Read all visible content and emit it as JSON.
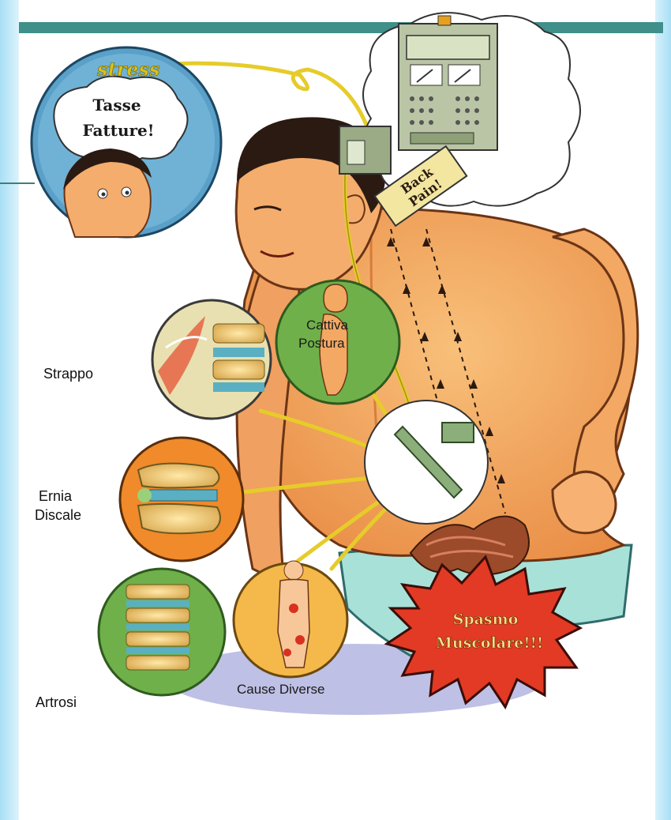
{
  "thought": {
    "word": "stress",
    "line1": "Tasse",
    "line2": "Fatture!"
  },
  "brain_card": {
    "line1": "Back",
    "line2": "Pain!"
  },
  "causes": {
    "posture": {
      "line1": "Cattiva",
      "line2": "Postura"
    },
    "strain": "Strappo",
    "hernia": {
      "line1": "Ernia",
      "line2": "Discale"
    },
    "arthrosis": "Artrosi",
    "other": "Cause Diverse"
  },
  "spasm": {
    "line1": "Spasmo",
    "line2": "Muscolare!!!"
  },
  "colors": {
    "skin": "#f5a25a",
    "skin_shadow": "#e07a35",
    "nerve": "#e6cc2a",
    "spasm_red": "#e23a24",
    "circle_blue": "#5aa0c8",
    "circle_green": "#6fb04a",
    "circle_orange": "#f08a2a"
  }
}
